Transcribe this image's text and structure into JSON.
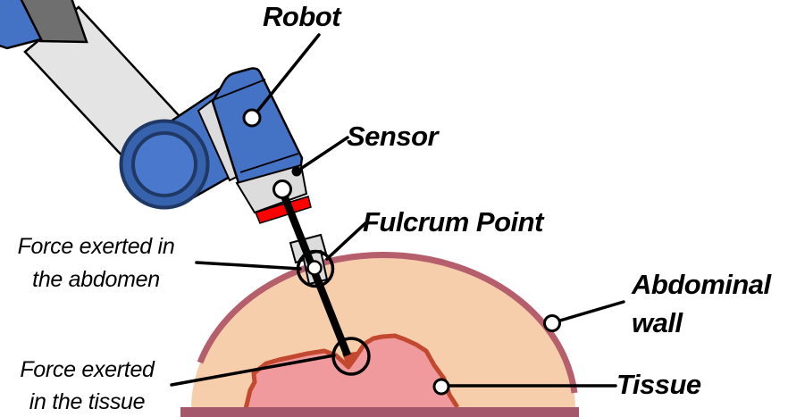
{
  "labels": {
    "robot": "Robot",
    "sensor": "Sensor",
    "fulcrum_point": "Fulcrum Point",
    "abdominal_wall": {
      "line1": "Abdominal",
      "line2": "wall"
    },
    "tissue": "Tissue",
    "force_abdomen": {
      "line1": "Force exerted in",
      "line2": "the abdomen"
    },
    "force_tissue": {
      "line1": "Force exerted",
      "line2": "in the tissue"
    }
  },
  "colors": {
    "robot_blue": "#4472C4",
    "joint_ring_blue": "#3763AE",
    "joint_inner_blue": "#4A78CC",
    "joint_edge_navy": "#1F3864",
    "arm_gray": "#E4E4E4",
    "collar_gray": "#6F6F6F",
    "band_gray": "#DCDCDC",
    "sensor_red": "#FF0000",
    "outline_black": "#000000",
    "abdominal_wall_fill": "#F7CEAC",
    "abdominal_wall_stroke": "#B55E6C",
    "tissue_fill": "#F09A9E",
    "tissue_stroke": "#C2492F",
    "table_bar": "#A4576A"
  }
}
